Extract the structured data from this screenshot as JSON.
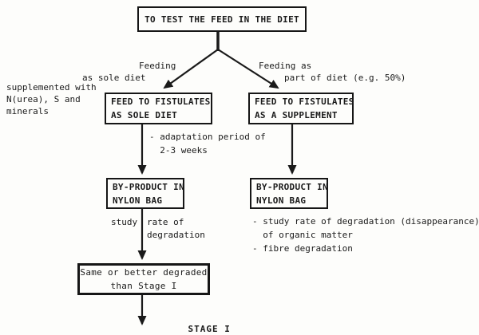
{
  "page": {
    "paper_color": "#fdfdfb",
    "ink_color": "#1a1a1a"
  },
  "flowchart": {
    "root_box": "TO TEST THE FEED IN THE DIET",
    "branches": {
      "left": {
        "label_line1": "Feeding",
        "label_line2": "as sole diet"
      },
      "right": {
        "label_line1": "Feeding as",
        "label_line2": "part of diet (e.g. 50%)"
      }
    },
    "left_note": "supplemented with\nN(urea), S and\nminerals",
    "feed_sole_box": "FEED TO FISTULATES\nAS SOLE DIET",
    "feed_supplement_box": "FEED TO FISTULATES\nAS A SUPPLEMENT",
    "adaptation_note": "- adaptation period of\n  2-3 weeks",
    "byproduct_left_box": "BY-PRODUCT IN\nNYLON BAG",
    "byproduct_right_box": "BY-PRODUCT IN\nNYLON BAG",
    "study_label_left": "study",
    "study_label_right": "rate of\ndegradation",
    "study_note_right": "- study rate of degradation (disappearance)\n  of organic matter\n- fibre degradation",
    "result_box": "Same or better degraded\nthan Stage I",
    "stage_label": "STAGE I"
  }
}
